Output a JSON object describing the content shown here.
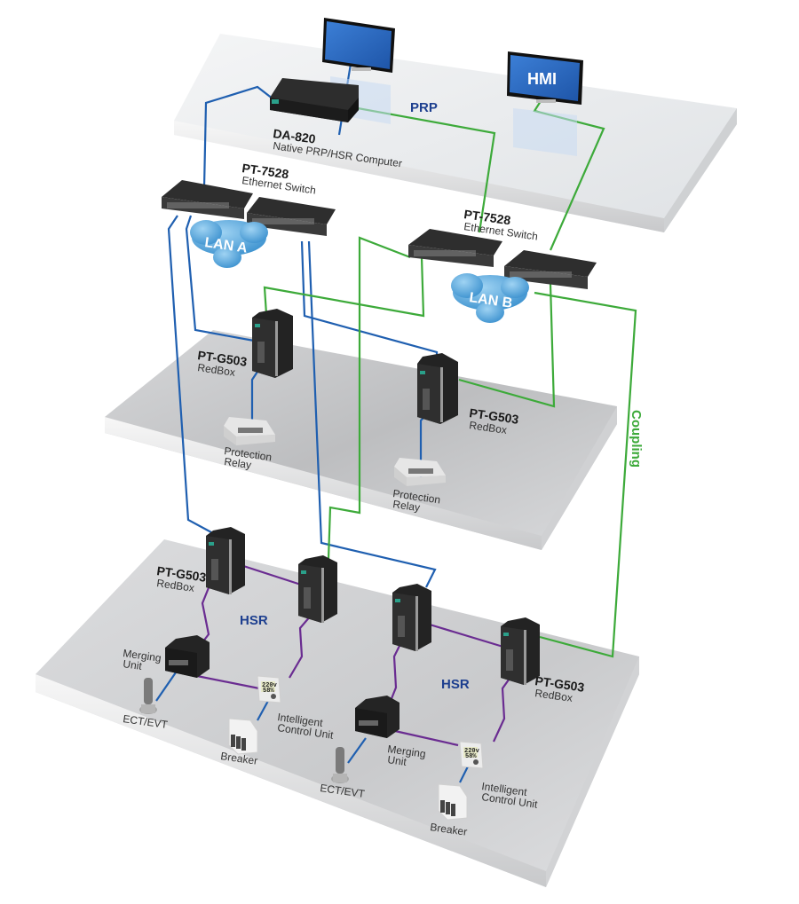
{
  "colors": {
    "lan_a_wire": "#1f5fb0",
    "lan_b_wire": "#3daa3a",
    "hsr_wire": "#6a2c91",
    "network_label": "#1d3f8f",
    "coupling_label": "#3daa3a",
    "cloud": "#6bb6e6",
    "screen": "#2c6bc4",
    "device_body": "#2a2a2a"
  },
  "networks": {
    "prp": "PRP",
    "hsr_left": "HSR",
    "hsr_right": "HSR",
    "coupling": "Coupling",
    "lan_a": "LAN A",
    "lan_b": "LAN B"
  },
  "top_level": {
    "monitor_1": {
      "title": ""
    },
    "hmi": {
      "screen_text": "HMI"
    },
    "da820": {
      "title": "DA-820",
      "subtitle": "Native PRP/HSR Computer"
    }
  },
  "switches": {
    "lan_a": {
      "title": "PT-7528",
      "subtitle": "Ethernet Switch"
    },
    "lan_b": {
      "title": "PT-7528",
      "subtitle": "Ethernet Switch"
    }
  },
  "middle_level": {
    "redbox_left": {
      "title": "PT-G503",
      "subtitle": "RedBox"
    },
    "redbox_right": {
      "title": "PT-G503",
      "subtitle": "RedBox"
    },
    "relay_left": {
      "label_line1": "Protection",
      "label_line2": "Relay"
    },
    "relay_right": {
      "label_line1": "Protection",
      "label_line2": "Relay"
    }
  },
  "bottom_level": {
    "redbox_left": {
      "title": "PT-G503",
      "subtitle": "RedBox"
    },
    "redbox_right": {
      "title": "PT-G503",
      "subtitle": "RedBox"
    },
    "merging_unit_left": {
      "label_line1": "Merging",
      "label_line2": "Unit"
    },
    "merging_unit_right": {
      "label_line1": "Merging",
      "label_line2": "Unit"
    },
    "ect_evt_left": "ECT/EVT",
    "ect_evt_right": "ECT/EVT",
    "breaker_left": "Breaker",
    "breaker_right": "Breaker",
    "icu_left": {
      "label_line1": "Intelligent",
      "label_line2": "Control Unit",
      "display_line1": "220v",
      "display_line2": "58%"
    },
    "icu_right": {
      "label_line1": "Intelligent",
      "label_line2": "Control Unit",
      "display_line1": "220v",
      "display_line2": "58%"
    }
  }
}
